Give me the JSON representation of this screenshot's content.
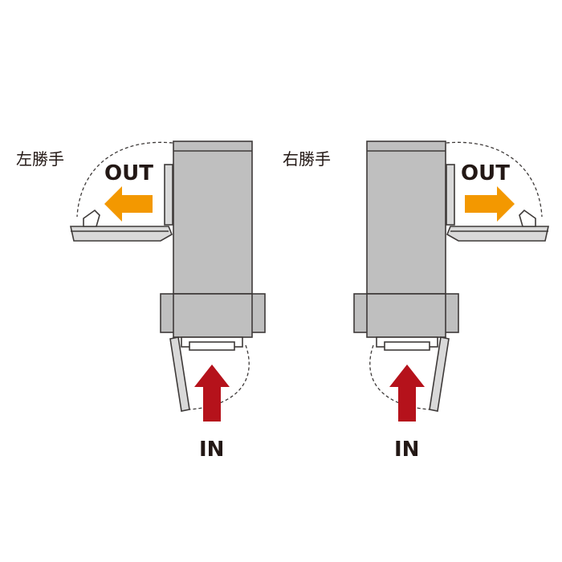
{
  "left_unit": {
    "hand_label": "左勝手",
    "out_label": "OUT",
    "in_label": "IN"
  },
  "right_unit": {
    "hand_label": "右勝手",
    "out_label": "OUT",
    "in_label": "IN"
  },
  "colors": {
    "out_arrow": "#f39800",
    "in_arrow": "#b5121b",
    "body": "#bfbfbf",
    "outline": "#3e3a39"
  }
}
